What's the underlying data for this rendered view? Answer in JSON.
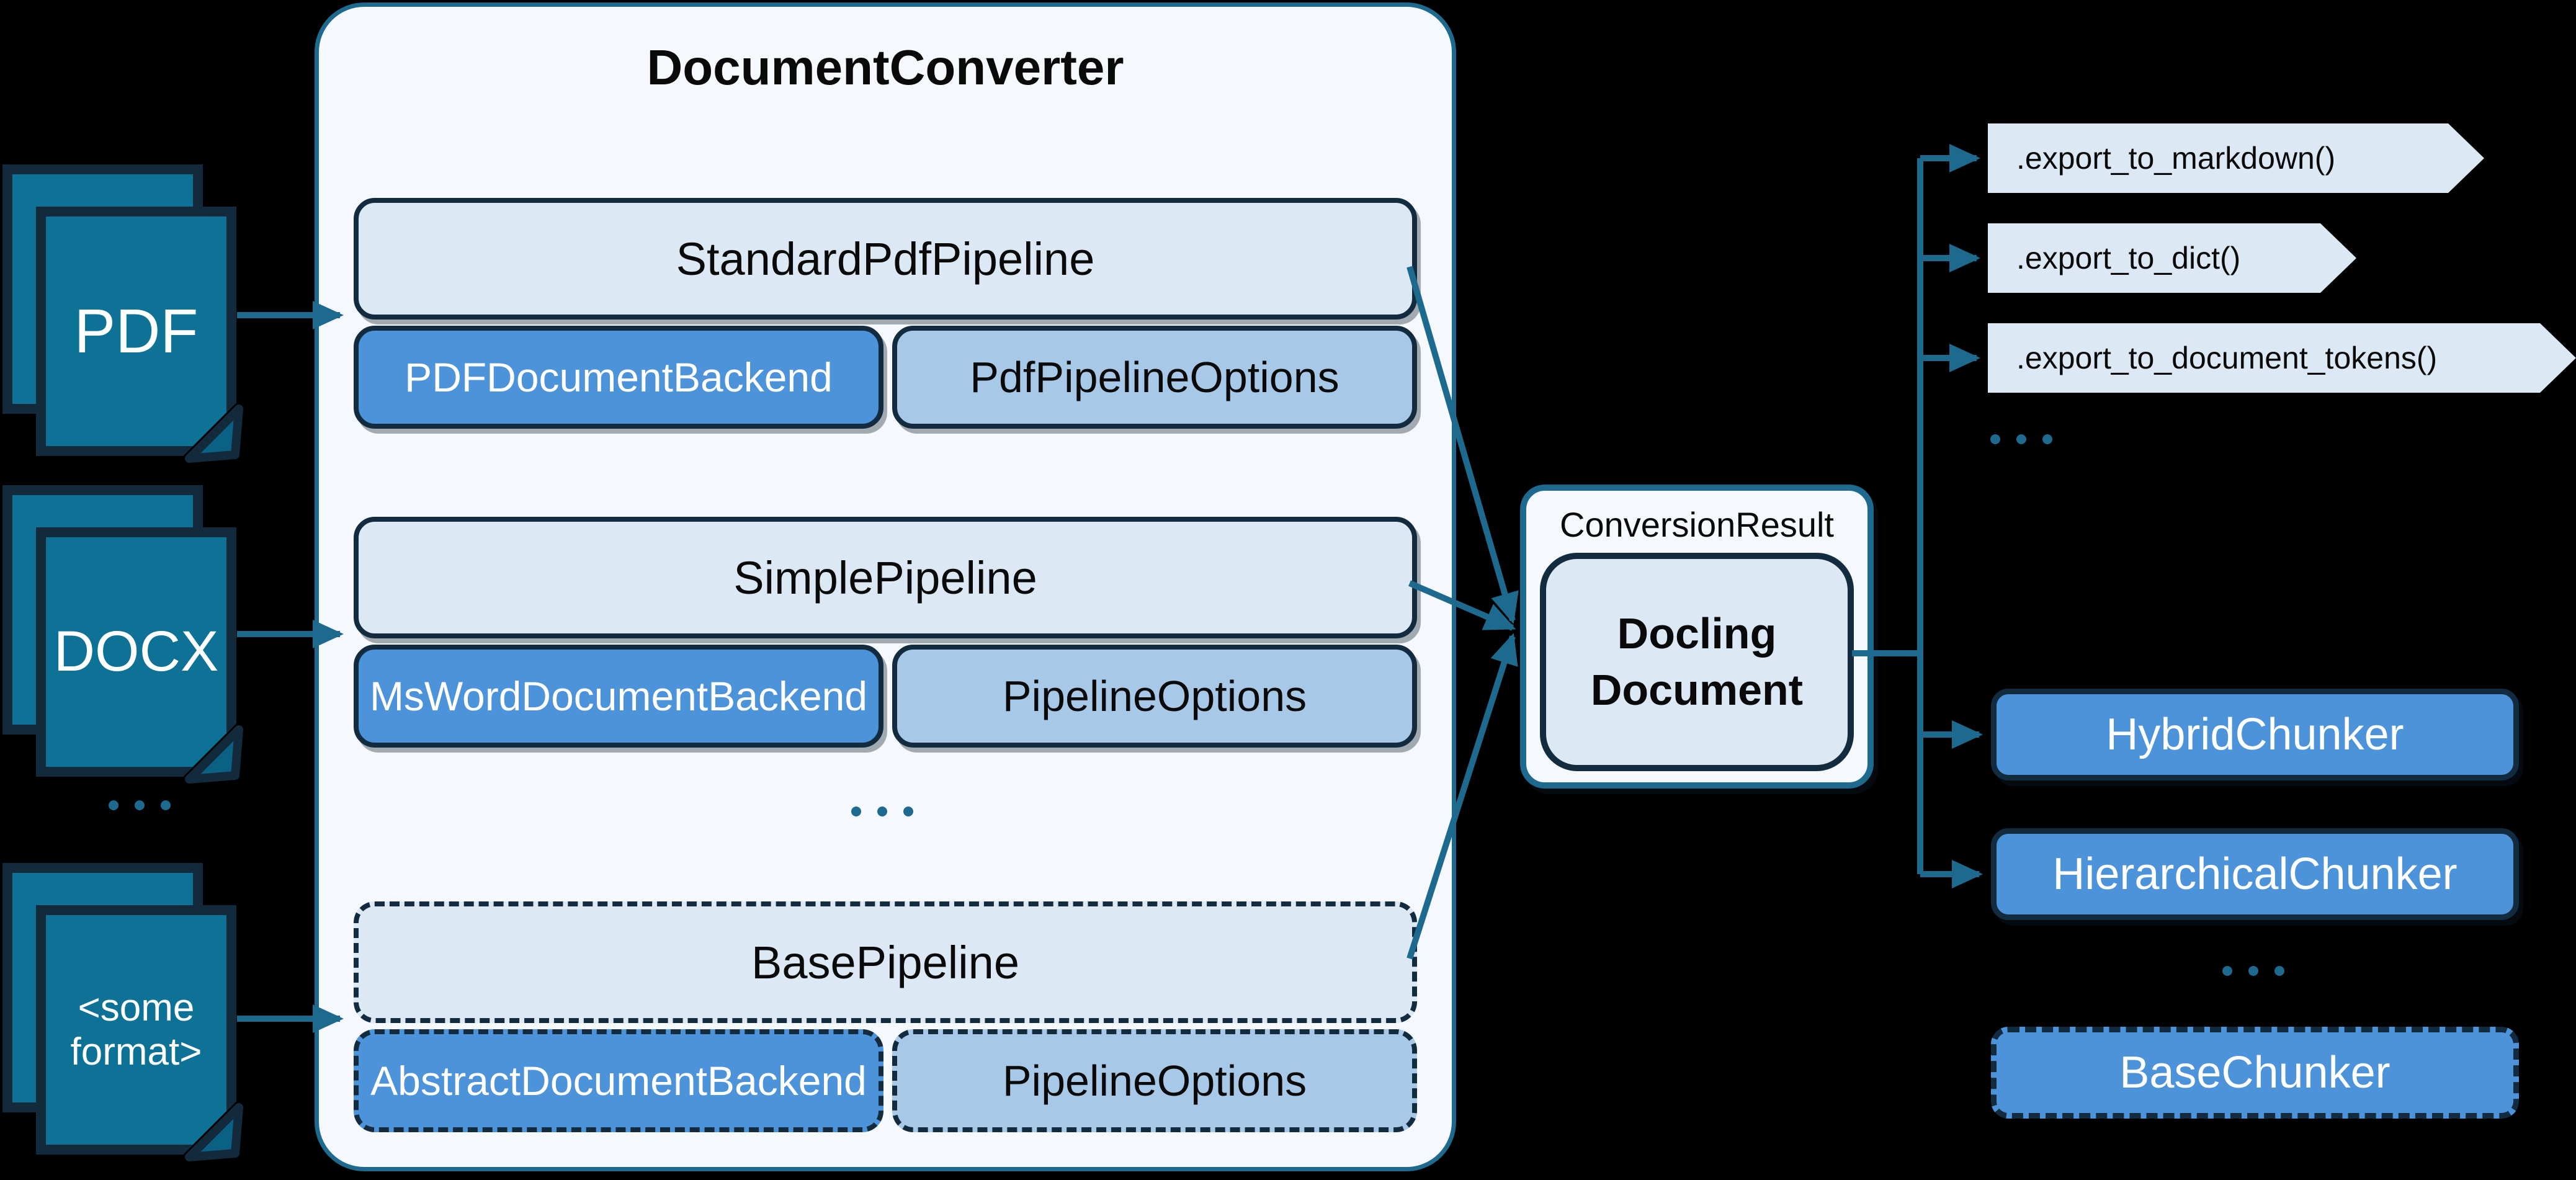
{
  "title": "DocumentConverter",
  "sources": [
    {
      "label": "PDF"
    },
    {
      "label": "DOCX"
    },
    {
      "label": "<some format>"
    }
  ],
  "pipelines": [
    {
      "name": "StandardPdfPipeline",
      "backend": "PDFDocumentBackend",
      "options": "PdfPipelineOptions"
    },
    {
      "name": "SimplePipeline",
      "backend": "MsWordDocumentBackend",
      "options": "PipelineOptions"
    },
    {
      "name": "BasePipeline",
      "backend": "AbstractDocumentBackend",
      "options": "PipelineOptions"
    }
  ],
  "conversion_result": {
    "label": "ConversionResult",
    "document": "Docling Document"
  },
  "exports": [
    {
      "label": ".export_to_markdown()"
    },
    {
      "label": ".export_to_dict()"
    },
    {
      "label": ".export_to_document_tokens()"
    }
  ],
  "chunkers": [
    {
      "label": "HybridChunker"
    },
    {
      "label": "HierarchicalChunker"
    },
    {
      "label": "BaseChunker"
    }
  ],
  "ellipsis": {
    "sources": "...",
    "pipelines": "...",
    "exports": "...",
    "chunkers": "..."
  },
  "colors": {
    "background": "#000000",
    "container_bg": "#F5F8FC",
    "container_border": "#1D6A8E",
    "box_light": "#DCE8F4",
    "box_medium": "#4C93D9",
    "box_pale": "#A8C8E8",
    "box_border": "#132B3E",
    "doc_fill": "#0E7296",
    "line": "#1D6A8E",
    "text_dark": "#0A0A0A",
    "text_light": "#FFFFFF"
  }
}
